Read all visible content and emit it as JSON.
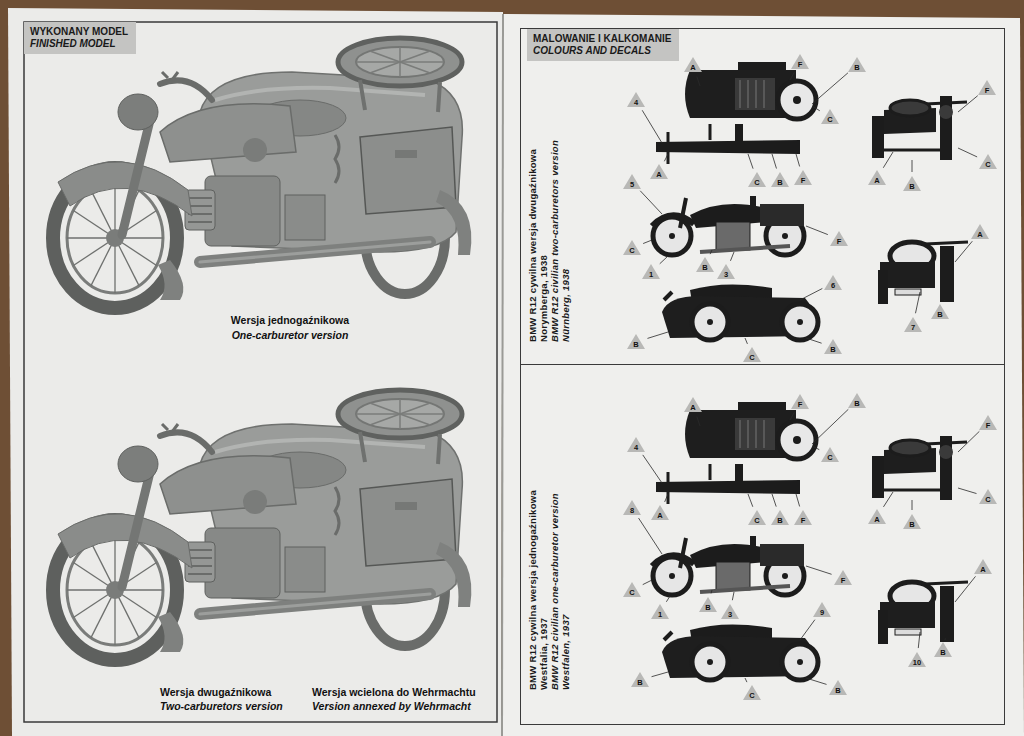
{
  "diagram": {
    "nodes": [
      {
        "text": [
          "WYKONANY MODEL",
          "FINISHED MODEL"
        ]
      },
      {
        "text": [
          "BMW R12 cywilna wersja dwugaźnikowa",
          "Norymberga, 1938",
          "BMW R12 civilian two-carburetors version",
          "Nürnberg, 1938"
        ]
      },
      {
        "text": [
          "MALOWANIE I KALKOMANIE",
          "COLOURS AND DECALS"
        ],
        "in": 1
      },
      {
        "text": [
          "BMW R12 cywilna wersja jednogaźnikowa",
          "Westfalia, 1937",
          "BMW R12 civilian one-carburetor version",
          "Westfalen, 1937"
        ]
      }
    ],
    "labels": [
      "Wersja jednogaźnikowa",
      "One-carburetor version",
      "Wersja dwugaźnikowa",
      "Two-carburetors version",
      "Wersja wcielona do Wehrmachtu",
      "Version annexed by Wehrmacht",
      "A",
      "F",
      "B",
      "4",
      "C",
      "F",
      "A",
      "C",
      "B",
      "F",
      "A",
      "B",
      "C",
      "5",
      "C",
      "F",
      "A",
      "1",
      "B",
      "3",
      "6",
      "7",
      "B",
      "B",
      "C",
      "B",
      "A",
      "F",
      "B",
      "4",
      "C",
      "F",
      "A",
      "C",
      "B",
      "F",
      "A",
      "B",
      "C",
      "8",
      "C",
      "F",
      "A",
      "1",
      "B",
      "3",
      "9",
      "10",
      "B",
      "B",
      "C",
      "B"
    ]
  }
}
